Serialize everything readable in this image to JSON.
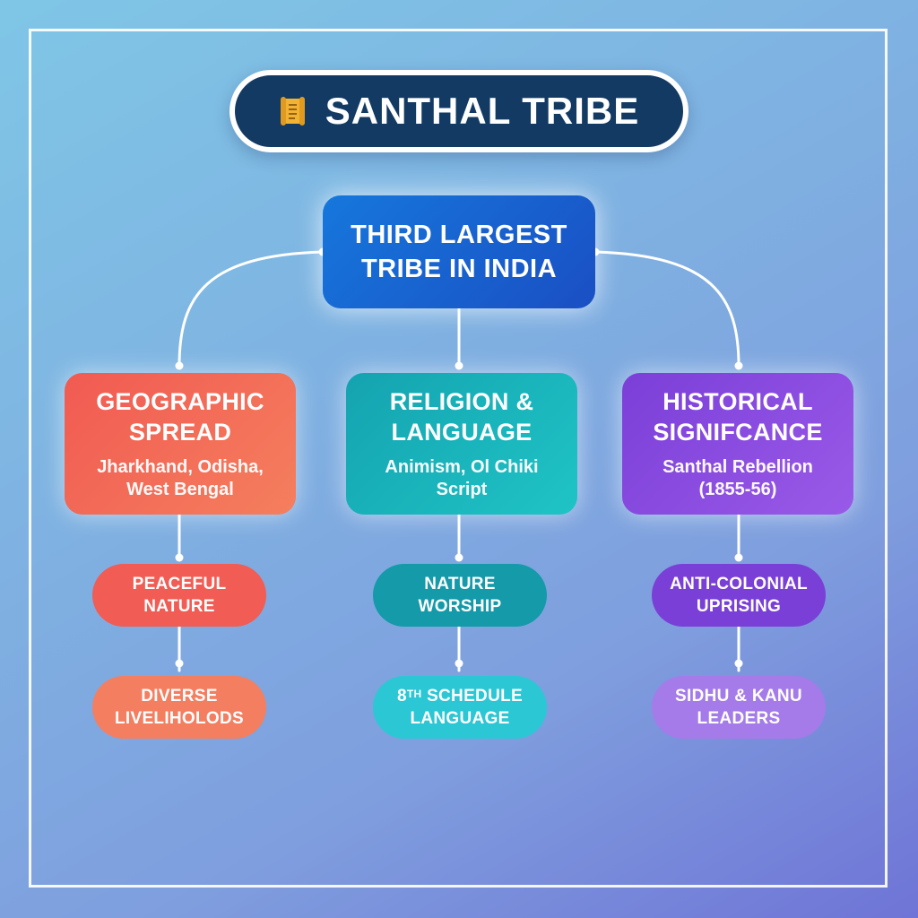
{
  "title": {
    "icon": "scroll-icon",
    "text": "SANTHAL TRIBE"
  },
  "root": {
    "line1": "THIRD LARGEST",
    "line2": "TRIBE IN INDIA"
  },
  "branches": [
    {
      "title_line1": "GEOGRAPHIC",
      "title_line2": "SPREAD",
      "sub_line1": "Jharkhand, Odisha,",
      "sub_line2": "West Bengal",
      "pill1_line1": "PEACEFUL",
      "pill1_line2": "NATURE",
      "pill2_line1": "DIVERSE",
      "pill2_line2": "LIVELIHOLODS",
      "color": "#f15a52"
    },
    {
      "title_line1": "RELIGION &",
      "title_line2": "LANGUAGE",
      "sub_line1": "Animism, Ol Chiki",
      "sub_line2": "Script",
      "pill1_line1": "NATURE",
      "pill1_line2": "WORSHIP",
      "pill2_line1_pre": "8",
      "pill2_line1_sup": "TH",
      "pill2_line1_post": " SCHEDULE",
      "pill2_line2": "LANGUAGE",
      "color": "#14a3b0"
    },
    {
      "title_line1": "HISTORICAL",
      "title_line2": "SIGNIFCANCE",
      "sub_line1": "Santhal Rebellion",
      "sub_line2": "(1855-56)",
      "pill1_line1": "ANTI-COLONIAL",
      "pill1_line2": "UPRISING",
      "pill2_line1": "SIDHU & KANU",
      "pill2_line2": "LEADERS",
      "color": "#7b3fd8"
    }
  ],
  "colors": {
    "title_bg": "#123a63",
    "root_bg": "#1a5fd0",
    "connector": "#ffffff"
  }
}
